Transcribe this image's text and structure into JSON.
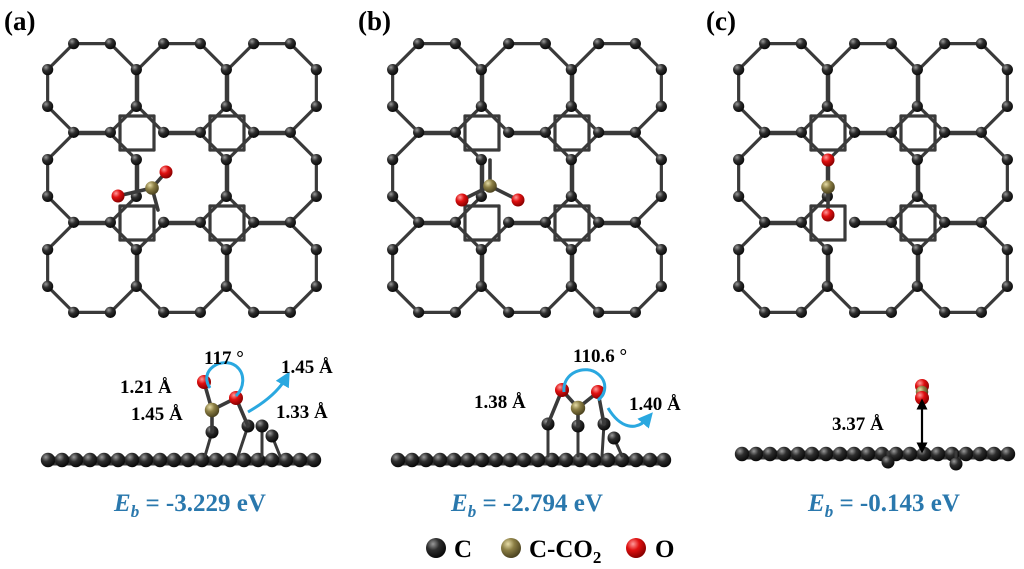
{
  "panels": [
    {
      "label": "(a)",
      "angle": "117 °",
      "bond_co_top": "1.21 Å",
      "bond_c_surface": "1.45 Å",
      "bond_co_right": "1.45 Å",
      "bond_o_surface": "1.33 Å",
      "eb_symbol": "E",
      "eb_sub": "b",
      "eb_value": " = -3.229 eV"
    },
    {
      "label": "(b)",
      "angle": "110.6 °",
      "bond_left": "1.38 Å",
      "bond_right": "1.40 Å",
      "eb_symbol": "E",
      "eb_sub": "b",
      "eb_value": " = -2.794 eV"
    },
    {
      "label": "(c)",
      "distance": "3.37 Å",
      "eb_symbol": "E",
      "eb_sub": "b",
      "eb_value": " = -0.143 eV"
    }
  ],
  "legend": [
    {
      "label": "C",
      "color": "#1a1a1a"
    },
    {
      "label": "C-CO",
      "sub": "2",
      "color": "#8c7f45"
    },
    {
      "label": "O",
      "color": "#e01010"
    }
  ],
  "colors": {
    "carbon": "#1a1a1a",
    "bond": "#3a3a3a",
    "adsorbed_c": "#8c7f45",
    "oxygen": "#e01010",
    "arrow": "#2aa8e0",
    "energy_text": "#2a78ad"
  }
}
